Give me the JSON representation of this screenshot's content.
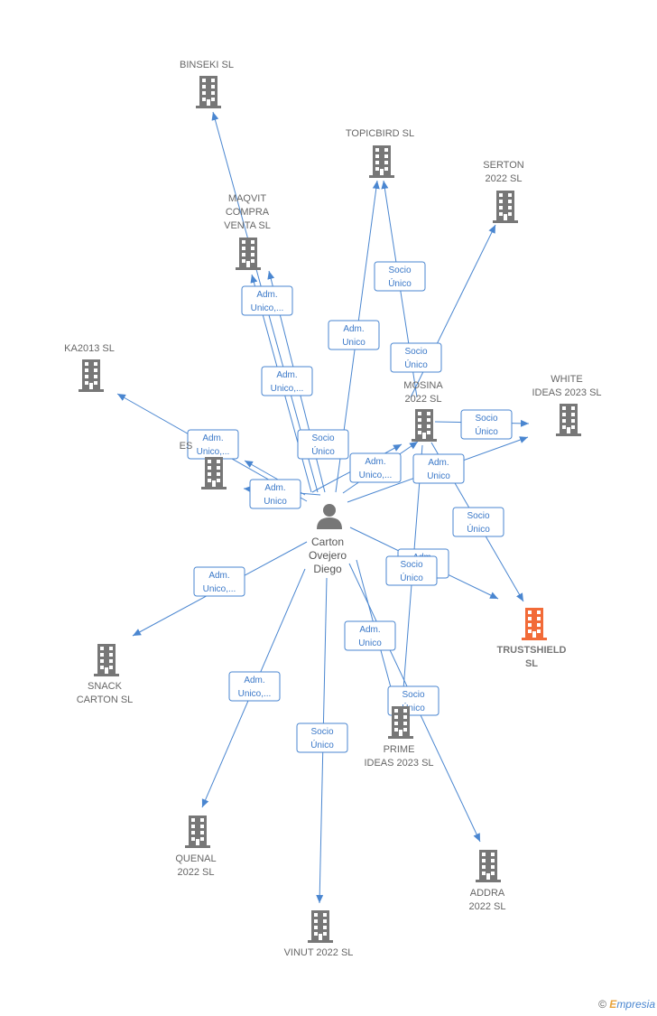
{
  "colors": {
    "line": "#4a86d0",
    "node": "#777777",
    "highlight": "#f26b38",
    "person": "#777777"
  },
  "center": {
    "name_lines": [
      "Carton",
      "Ovejero",
      "Diego"
    ]
  },
  "companies": [
    {
      "id": "binseki",
      "label_lines": [
        "BINSEKI  SL"
      ]
    },
    {
      "id": "topicbird",
      "label_lines": [
        "TOPICBIRD  SL"
      ]
    },
    {
      "id": "serton",
      "label_lines": [
        "SERTON",
        "2022  SL"
      ]
    },
    {
      "id": "maqvit",
      "label_lines": [
        "MAQVIT",
        "COMPRA",
        "VENTA  SL"
      ]
    },
    {
      "id": "ka2013",
      "label_lines": [
        "KA2013  SL"
      ]
    },
    {
      "id": "white",
      "label_lines": [
        "WHITE",
        "IDEAS 2023  SL"
      ]
    },
    {
      "id": "mosina",
      "label_lines": [
        "MOSINA",
        "2022  SL"
      ]
    },
    {
      "id": "es",
      "label_lines": [
        "ES"
      ]
    },
    {
      "id": "trust",
      "label_lines": [
        "TRUSTSHIELD",
        "SL"
      ],
      "highlight": true
    },
    {
      "id": "snack",
      "label_lines": [
        "SNACK",
        "CARTON  SL"
      ]
    },
    {
      "id": "prime",
      "label_lines": [
        "PRIME",
        "IDEAS 2023  SL"
      ]
    },
    {
      "id": "quenal",
      "label_lines": [
        "QUENAL",
        "2022  SL"
      ]
    },
    {
      "id": "addra",
      "label_lines": [
        "ADDRA",
        "2022  SL"
      ]
    },
    {
      "id": "vinut",
      "label_lines": [
        "VINUT 2022  SL"
      ]
    }
  ],
  "edge_labels": [
    {
      "id": "l_maqvit_adm",
      "lines": [
        "Adm.",
        "Unico,..."
      ]
    },
    {
      "id": "l_binseki_adm",
      "lines": [
        "Adm.",
        "Unico,..."
      ]
    },
    {
      "id": "l_topic_adm",
      "lines": [
        "Adm.",
        "Unico"
      ]
    },
    {
      "id": "l_topic_socio",
      "lines": [
        "Socio",
        "Único"
      ]
    },
    {
      "id": "l_serton_socio",
      "lines": [
        "Socio",
        "Único"
      ]
    },
    {
      "id": "l_es_adm",
      "lines": [
        "Adm.",
        "Unico,..."
      ]
    },
    {
      "id": "l_es_socio",
      "lines": [
        "Socio",
        "Único"
      ]
    },
    {
      "id": "l_es_adm2",
      "lines": [
        "Adm.",
        "Unico"
      ]
    },
    {
      "id": "l_mosina_adm",
      "lines": [
        "Adm.",
        "Unico,..."
      ]
    },
    {
      "id": "l_white_adm",
      "lines": [
        "Adm.",
        "Unico"
      ]
    },
    {
      "id": "l_white_socio",
      "lines": [
        "Socio",
        "Único"
      ]
    },
    {
      "id": "l_trust_socio",
      "lines": [
        "Socio",
        "Único"
      ]
    },
    {
      "id": "l_trust_adm",
      "lines": [
        "Adm.",
        "Unico"
      ]
    },
    {
      "id": "l_trust_socio2",
      "lines": [
        "Socio",
        "Único"
      ]
    },
    {
      "id": "l_snack_adm",
      "lines": [
        "Adm.",
        "Unico,..."
      ]
    },
    {
      "id": "l_prime_adm",
      "lines": [
        "Adm.",
        "Unico"
      ]
    },
    {
      "id": "l_prime_socio",
      "lines": [
        "Socio",
        "Único"
      ]
    },
    {
      "id": "l_quenal_adm",
      "lines": [
        "Adm.",
        "Unico,..."
      ]
    },
    {
      "id": "l_vinut_socio",
      "lines": [
        "Socio",
        "Único"
      ]
    }
  ],
  "footer": {
    "copyright": "©",
    "brand_first": "E",
    "brand_rest": "mpresia"
  }
}
